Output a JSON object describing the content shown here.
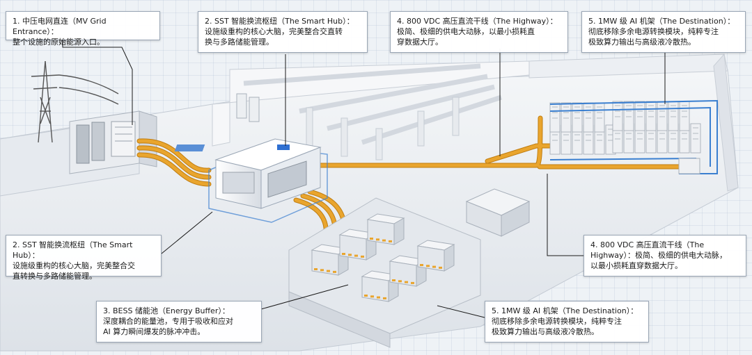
{
  "callouts": {
    "mv_grid": {
      "title": "1. 中压电网直连（MV Grid Entrance）：",
      "desc": "整个设施的原始能源入口。"
    },
    "sst_top": {
      "title": "2. SST 智能换流枢纽（The Smart Hub）：",
      "desc": "设施级重构的核心大脑，完美整合交直转\n换与多路储能管理。"
    },
    "vdc_top": {
      "title": "4. 800 VDC 高压直流干线（The Highway）：",
      "desc": "极简、极细的供电大动脉，以最小损耗直\n穿数据大厅。"
    },
    "rack_top": {
      "title": "5. 1MW 级 AI 机架（The Destination）：",
      "desc": "彻底移除多余电源转换模块，纯粹专注\n极致算力输出与高级液冷散热。"
    },
    "sst_left": {
      "title": "2. SST 智能换流枢纽（The Smart Hub）：",
      "desc": "设施级重构的核心大脑，完美整合交\n直转换与多路储能管理。"
    },
    "bess": {
      "title": "3. BESS 储能池（Energy Buffer）：",
      "desc": "深度耦合的能量池，专用于吸收和应对\nAI 算力瞬间爆发的脉冲冲击。"
    },
    "vdc_right": {
      "title": "4. 800 VDC 高压直流干线（The",
      "desc": "Highway）：极简、极细的供电大动脉，\n以最小损耗直穿数据大厅。"
    },
    "rack_bottom": {
      "title": "5. 1MW 级 AI 机架（The Destination）：",
      "desc": "彻底移除多余电源转换模块，纯粹专注\n极致算力输出与高级液冷散热。"
    }
  },
  "colors": {
    "busbar": "#e9a52e",
    "busbar_edge": "#c07d10",
    "liquid_cooling": "#3a7fd0",
    "wall": "#f6f7f9",
    "wall_shadow": "#cfd5dd"
  }
}
